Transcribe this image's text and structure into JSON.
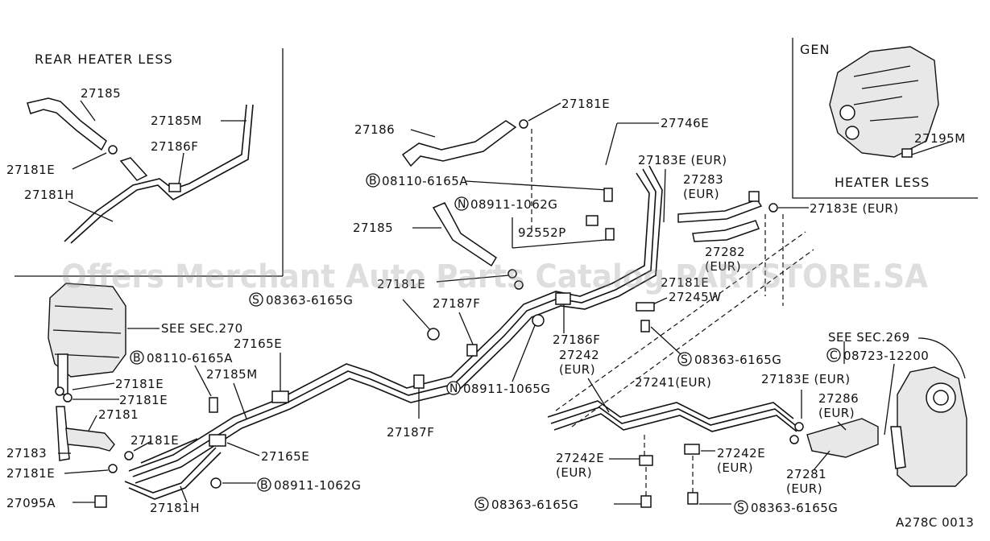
{
  "diagram": {
    "sections": {
      "rear_heater_less": "REAR HEATER LESS",
      "gen": "GEN",
      "heater_less": "HEATER LESS"
    },
    "see_sec_270": "SEE SEC.270",
    "see_sec_269": "SEE SEC.269",
    "figure_code": "A278C 0013",
    "watermark": "Offers Merchant Auto Parts Catalog PARTSTORE.SA",
    "labels": {
      "p27185_a": "27185",
      "p27185m_a": "27185M",
      "p27186f_a": "27186F",
      "p27181e_a": "27181E",
      "p27181h_a": "27181H",
      "p27181e_top": "27181E",
      "p27186": "27186",
      "p27746e": "27746E",
      "p08110_a": "08110-6165A",
      "p27183e_eur_a": "27183E (EUR)",
      "p27283": "27283",
      "p27283_eur": "(EUR)",
      "p08911_1062g_a": "08911-1062G",
      "p27185_b": "27185",
      "p92552p": "92552P",
      "p27282": "27282",
      "p27282_eur": "(EUR)",
      "p27183e_eur_b": "27183E (EUR)",
      "p27195m": "27195M",
      "p27181e_mid": "27181E",
      "p27181e_mid2": "27181E",
      "p08363_a": "08363-6165G",
      "p27187f_a": "27187F",
      "p27245w": "27245W",
      "p27165e_a": "27165E",
      "p08110_b": "08110-6165A",
      "p27185m_b": "27185M",
      "p27186f_b": "27186F",
      "p08363_b": "08363-6165G",
      "p08723": "08723-12200",
      "p27242_a": "27242",
      "p27242_a_eur": "(EUR)",
      "p27241_eur": "27241(EUR)",
      "p27183e_eur_c": "27183E (EUR)",
      "p27286": "27286",
      "p27286_eur": "(EUR)",
      "p27181e_l1": "27181E",
      "p27181e_l2": "27181E",
      "p27181": "27181",
      "p08911_1065g": "08911-1065G",
      "p27187f_b": "27187F",
      "p27183": "27183",
      "p27181e_l3": "27181E",
      "p27165e_b": "27165E",
      "p27181e_l4": "27181E",
      "p27095a": "27095A",
      "p27181h_b": "27181H",
      "p08911_1062g_b": "08911-1062G",
      "p27242e_a": "27242E",
      "p27242e_a_eur": "(EUR)",
      "p27242e_b": "27242E",
      "p27242e_b_eur": "(EUR)",
      "p27281": "27281",
      "p27281_eur": "(EUR)",
      "p08363_c": "08363-6165G",
      "p08363_d": "08363-6165G"
    },
    "prefix": {
      "B": "B",
      "N": "N",
      "S": "S",
      "C": "C"
    }
  }
}
